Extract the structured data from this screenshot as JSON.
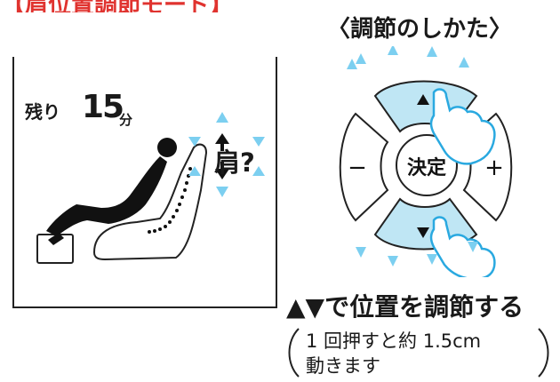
{
  "header": {
    "label": "【肩位置調節モード】"
  },
  "howto": {
    "title": "〈調節のしかた〉"
  },
  "display": {
    "remaining_label": "残り",
    "remaining_value": "15",
    "remaining_unit": "分",
    "target_label": "肩?"
  },
  "remote": {
    "center_label": "決定",
    "minus_label": "−",
    "plus_label": "+",
    "up_symbol": "▲",
    "down_symbol": "▼"
  },
  "instruction": {
    "title": "▲▼で位置を調節する",
    "note_line1": "1 回押すと約 1.5cm",
    "note_line2": "動きます"
  },
  "colors": {
    "accent_red": "#e0332f",
    "arrow_blue": "#7ccff0",
    "button_blue": "#bfe6f4"
  }
}
